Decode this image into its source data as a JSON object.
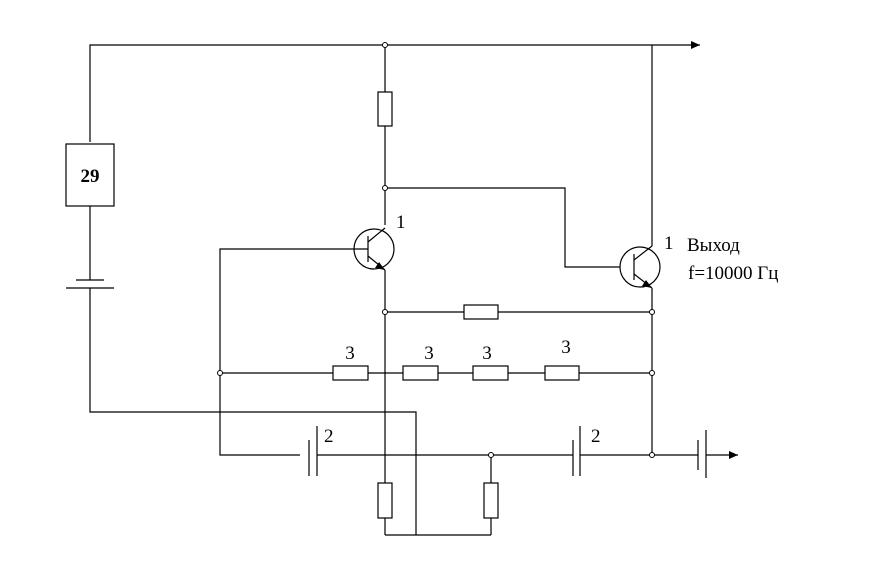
{
  "diagram": {
    "block_label": "29",
    "transistor_labels": [
      "1",
      "1"
    ],
    "capacitor_labels": [
      "2",
      "2"
    ],
    "resistor_labels": [
      "3",
      "3",
      "3",
      "3"
    ],
    "output_label": "Выход",
    "frequency_label": "f=10000 Гц"
  }
}
